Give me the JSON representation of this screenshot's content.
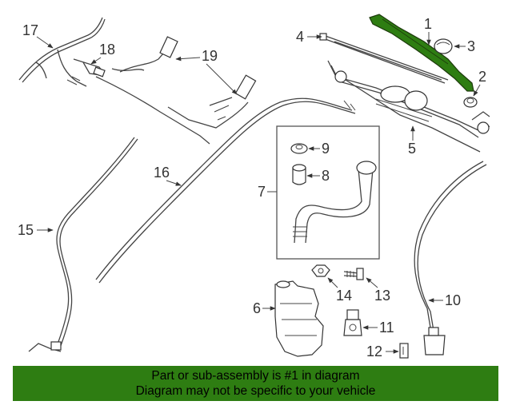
{
  "callouts": {
    "c1": "1",
    "c2": "2",
    "c3": "3",
    "c4": "4",
    "c5": "5",
    "c6": "6",
    "c7": "7",
    "c8": "8",
    "c9": "9",
    "c10": "10",
    "c11": "11",
    "c12": "12",
    "c13": "13",
    "c14": "14",
    "c15": "15",
    "c16": "16",
    "c17": "17",
    "c18": "18",
    "c19": "19"
  },
  "highlight_color": "#2e7d12",
  "banner": {
    "line1": "Part or sub-assembly is #1 in diagram",
    "line2": "Diagram may not be specific to your vehicle"
  }
}
